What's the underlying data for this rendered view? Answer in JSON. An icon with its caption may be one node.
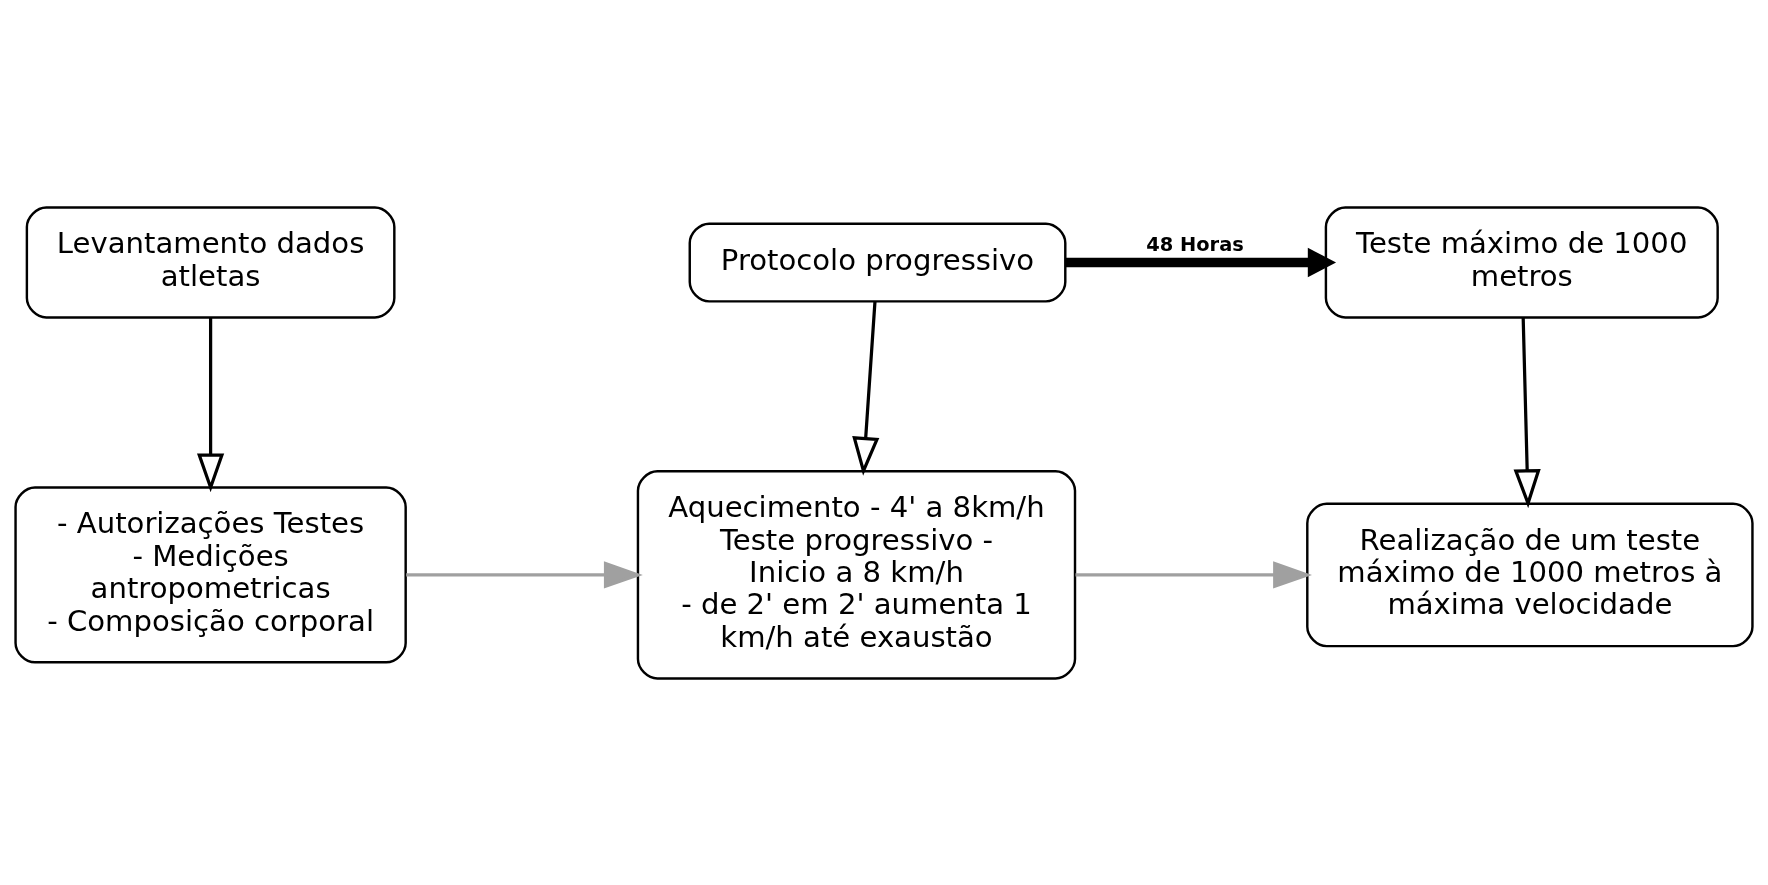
{
  "diagram": {
    "nodes": [
      {
        "text": [
          "Levantamento dados atletas"
        ]
      },
      {
        "text": [
          "Protocolo progressivo"
        ]
      },
      {
        "text": [
          "Teste máximo de 1000 metros"
        ]
      },
      {
        "text": [
          "- Autorizações Testes",
          "- Medições antropometricas",
          "- Composição corporal"
        ]
      },
      {
        "text": [
          "Aquecimento - 4' a 8km/h",
          "Teste progressivo - Inicio a 8 km/h",
          "- de 2' em 2' aumenta 1 km/h até exaustão"
        ]
      },
      {
        "text": [
          "Realização de um teste máximo de 1000 metros à máxima velocidade"
        ]
      }
    ],
    "edges": [
      {
        "from": 1,
        "to": 2,
        "arrow": "to",
        "label": "48 Horas",
        "style": "thick"
      },
      {
        "from": 0,
        "to": 3,
        "arrow": "to"
      },
      {
        "from": 1,
        "to": 4,
        "arrow": "to"
      },
      {
        "from": 2,
        "to": 5,
        "arrow": "to"
      },
      {
        "from": 3,
        "to": 4,
        "arrow": "to",
        "color": "#a0a0a0"
      },
      {
        "from": 4,
        "to": 5,
        "arrow": "to",
        "color": "#a0a0a0"
      }
    ]
  }
}
